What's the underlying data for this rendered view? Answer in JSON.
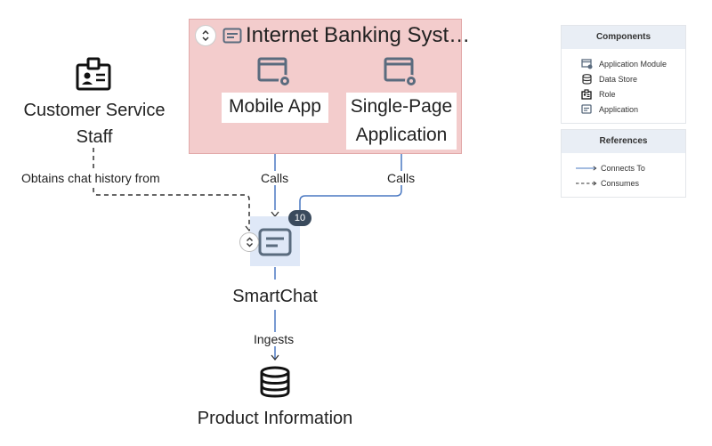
{
  "diagram": {
    "group": {
      "title": "Internet Banking Syst…"
    },
    "nodes": {
      "mobile_app": "Mobile App",
      "spa_line1": "Single-Page",
      "spa_line2": "Application",
      "customer_service_line1": "Customer Service",
      "customer_service_line2": "Staff",
      "smartchat": "SmartChat",
      "product_information": "Product Information"
    },
    "edges": {
      "mobile_calls": "Calls",
      "spa_calls": "Calls",
      "staff_obtains": "Obtains chat history from",
      "smartchat_ingests": "Ingests"
    },
    "badge_count": "10",
    "colors": {
      "group_fill": "#f3cccc",
      "connects_to": "#4a78c2",
      "consumes": "#333333",
      "focus_fill": "#dfe8f7"
    }
  },
  "legend": {
    "components_title": "Components",
    "components": [
      {
        "label": "Application Module",
        "icon": "application-module-icon"
      },
      {
        "label": "Data Store",
        "icon": "data-store-icon"
      },
      {
        "label": "Role",
        "icon": "role-icon"
      },
      {
        "label": "Application",
        "icon": "application-icon"
      }
    ],
    "references_title": "References",
    "references": [
      {
        "label": "Connects To",
        "style": "solid"
      },
      {
        "label": "Consumes",
        "style": "dashed"
      }
    ]
  }
}
